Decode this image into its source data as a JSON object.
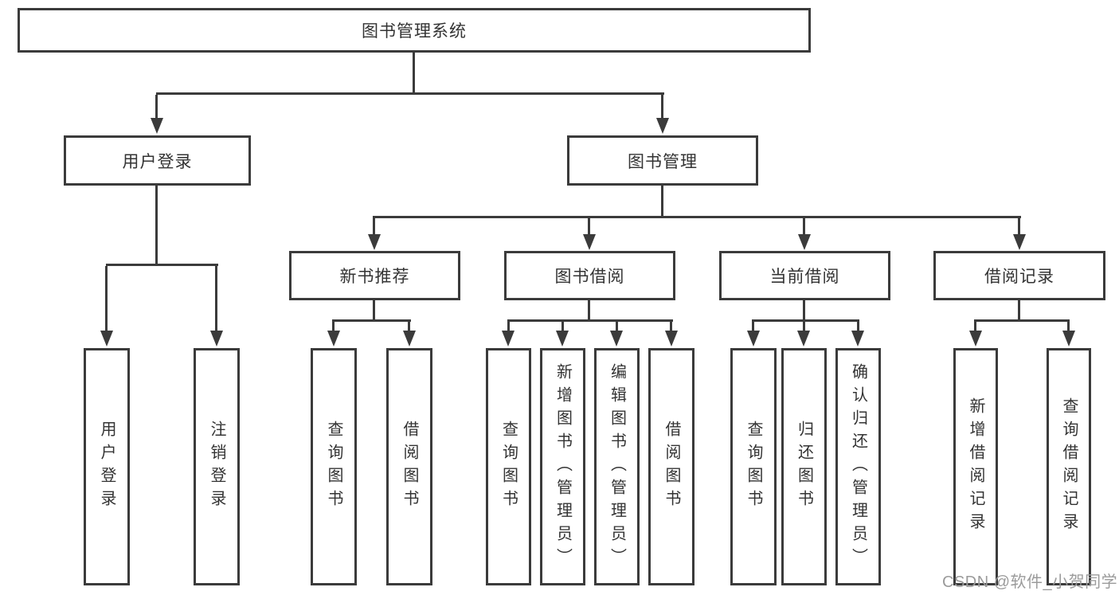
{
  "colors": {
    "line": "#3b3b3b",
    "text": "#333333",
    "watermark": "#9b9b9b",
    "background": "#ffffff"
  },
  "watermark": {
    "text": "CSDN @软件_小贺同学"
  },
  "tree": {
    "label": "图书管理系统",
    "children": [
      {
        "label": "用户登录",
        "children": [
          {
            "label": "用户登录"
          },
          {
            "label": "注销登录"
          }
        ]
      },
      {
        "label": "图书管理",
        "children": [
          {
            "label": "新书推荐",
            "children": [
              {
                "label": "查询图书"
              },
              {
                "label": "借阅图书"
              }
            ]
          },
          {
            "label": "图书借阅",
            "children": [
              {
                "label": "查询图书"
              },
              {
                "label": "新增图书（管理员）"
              },
              {
                "label": "编辑图书（管理员）"
              },
              {
                "label": "借阅图书"
              }
            ]
          },
          {
            "label": "当前借阅",
            "children": [
              {
                "label": "查询图书"
              },
              {
                "label": "归还图书"
              },
              {
                "label": "确认归还（管理员）"
              }
            ]
          },
          {
            "label": "借阅记录",
            "children": [
              {
                "label": "新增借阅记录"
              },
              {
                "label": "查询借阅记录"
              }
            ]
          }
        ]
      }
    ]
  }
}
